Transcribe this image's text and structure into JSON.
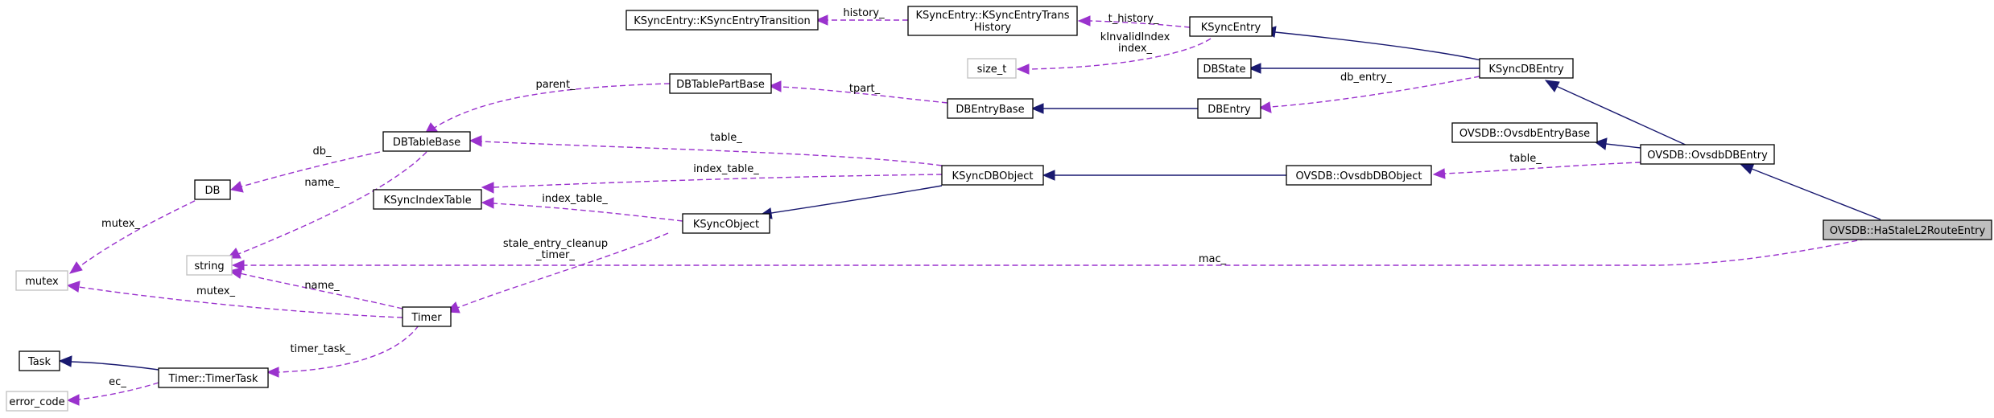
{
  "nodes": {
    "hastale": "OVSDB::HaStaleL2RouteEntry",
    "ovsdbdbentry": "OVSDB::OvsdbDBEntry",
    "ovsdbentrybase": "OVSDB::OvsdbEntryBase",
    "ovsdbdbobject": "OVSDB::OvsdbDBObject",
    "ksyncdbentry": "KSyncDBEntry",
    "ksyncentry": "KSyncEntry",
    "dbstate": "DBState",
    "dbentry": "DBEntry",
    "dbentrybase": "DBEntryBase",
    "dbtablepartbase": "DBTablePartBase",
    "ksynctranshistory_1": "KSyncEntry::KSyncEntryTrans",
    "ksynctranshistory_2": "History",
    "ksynctransition": "KSyncEntry::KSyncEntryTransition",
    "size_t": "size_t",
    "ksyncdbobject": "KSyncDBObject",
    "ksyncobject": "KSyncObject",
    "ksyncindextable": "KSyncIndexTable",
    "dbtablebase": "DBTableBase",
    "db": "DB",
    "mutex": "mutex",
    "string": "string",
    "timer": "Timer",
    "timertask": "Timer::TimerTask",
    "task": "Task",
    "error_code": "error_code"
  },
  "edge_labels": {
    "mac": "mac_",
    "table_ovsdb": "table_",
    "db_entry": "db_entry_",
    "t_history": "t_history_",
    "kinvalid_1": "kInvalidIndex",
    "kinvalid_2": "index_",
    "history": "history_",
    "tpart": "tpart_",
    "parent": "parent_",
    "table_ksync": "table_",
    "index_table_1": "index_table_",
    "index_table_2": "index_table_",
    "stale_1": "stale_entry_cleanup",
    "stale_2": "_timer_",
    "db": "db_",
    "name_table": "name_",
    "name_timer": "name_",
    "mutex_db": "mutex_",
    "mutex_timer": "mutex_",
    "timer_task": "timer_task_",
    "ec": "ec_"
  }
}
